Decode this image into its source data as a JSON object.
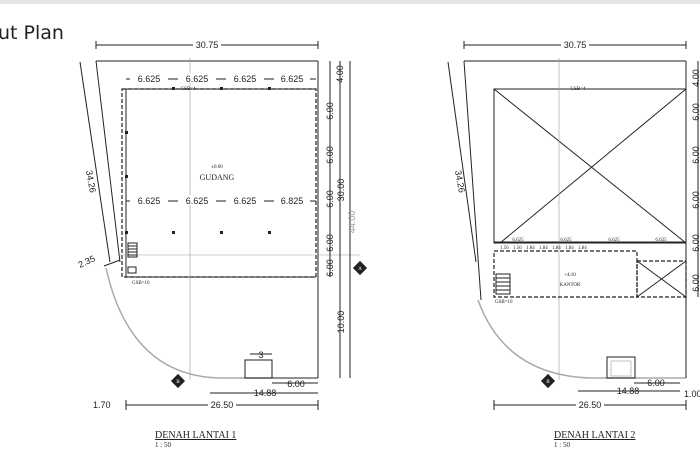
{
  "page": {
    "heading": "ut Plan"
  },
  "plan1": {
    "title": "DENAH LANTAI 1",
    "scale": "1 : 50",
    "room": "GUDANG",
    "room_level": "±0.00",
    "gsb_top": "GSB=4",
    "gsb_bottom": "GSB=10",
    "dim_top": "30.75",
    "bays_top": [
      "6.625",
      "6.625",
      "6.625",
      "6.625"
    ],
    "bays_mid": [
      "6.625",
      "6.625",
      "6.625",
      "6.825"
    ],
    "right_dims": [
      "4.00",
      "6.00",
      "6.00",
      "6.00",
      "6.00",
      "6.00"
    ],
    "dim_30": "30.00",
    "dim_44": "44.00",
    "dim_10": "10.00",
    "dim_side": "34.26",
    "dim_2_35": "2.35",
    "dim_3": "3",
    "dim_6": "6.00",
    "dim_14_88": "14.88",
    "dim_26_50": "26.50",
    "dim_1_70": "1.70",
    "marker_a": "A",
    "marker_b": "B"
  },
  "plan2": {
    "title": "DENAH LANTAI 2",
    "scale": "1 : 50",
    "room": "KANTOR",
    "room_level": "+4.10",
    "gsb_top": "GSB=4",
    "gsb_bottom": "GSB=10",
    "dim_top": "30.75",
    "bays_mid": [
      "6.625",
      "6.625",
      "6.625",
      "6.625"
    ],
    "sub_dims": [
      "1.56",
      "1.56",
      "1.84",
      "1.84",
      "1.84",
      "1.84",
      "1.84"
    ],
    "right_dims": [
      "4.00",
      "6.00",
      "6.00",
      "6.00",
      "6.00",
      "6.00"
    ],
    "dim_side": "34.26",
    "dim_6": "6.00",
    "dim_14_88": "14.88",
    "dim_26_50": "26.50",
    "dim_1_00": "1.00",
    "marker_b": "B"
  }
}
